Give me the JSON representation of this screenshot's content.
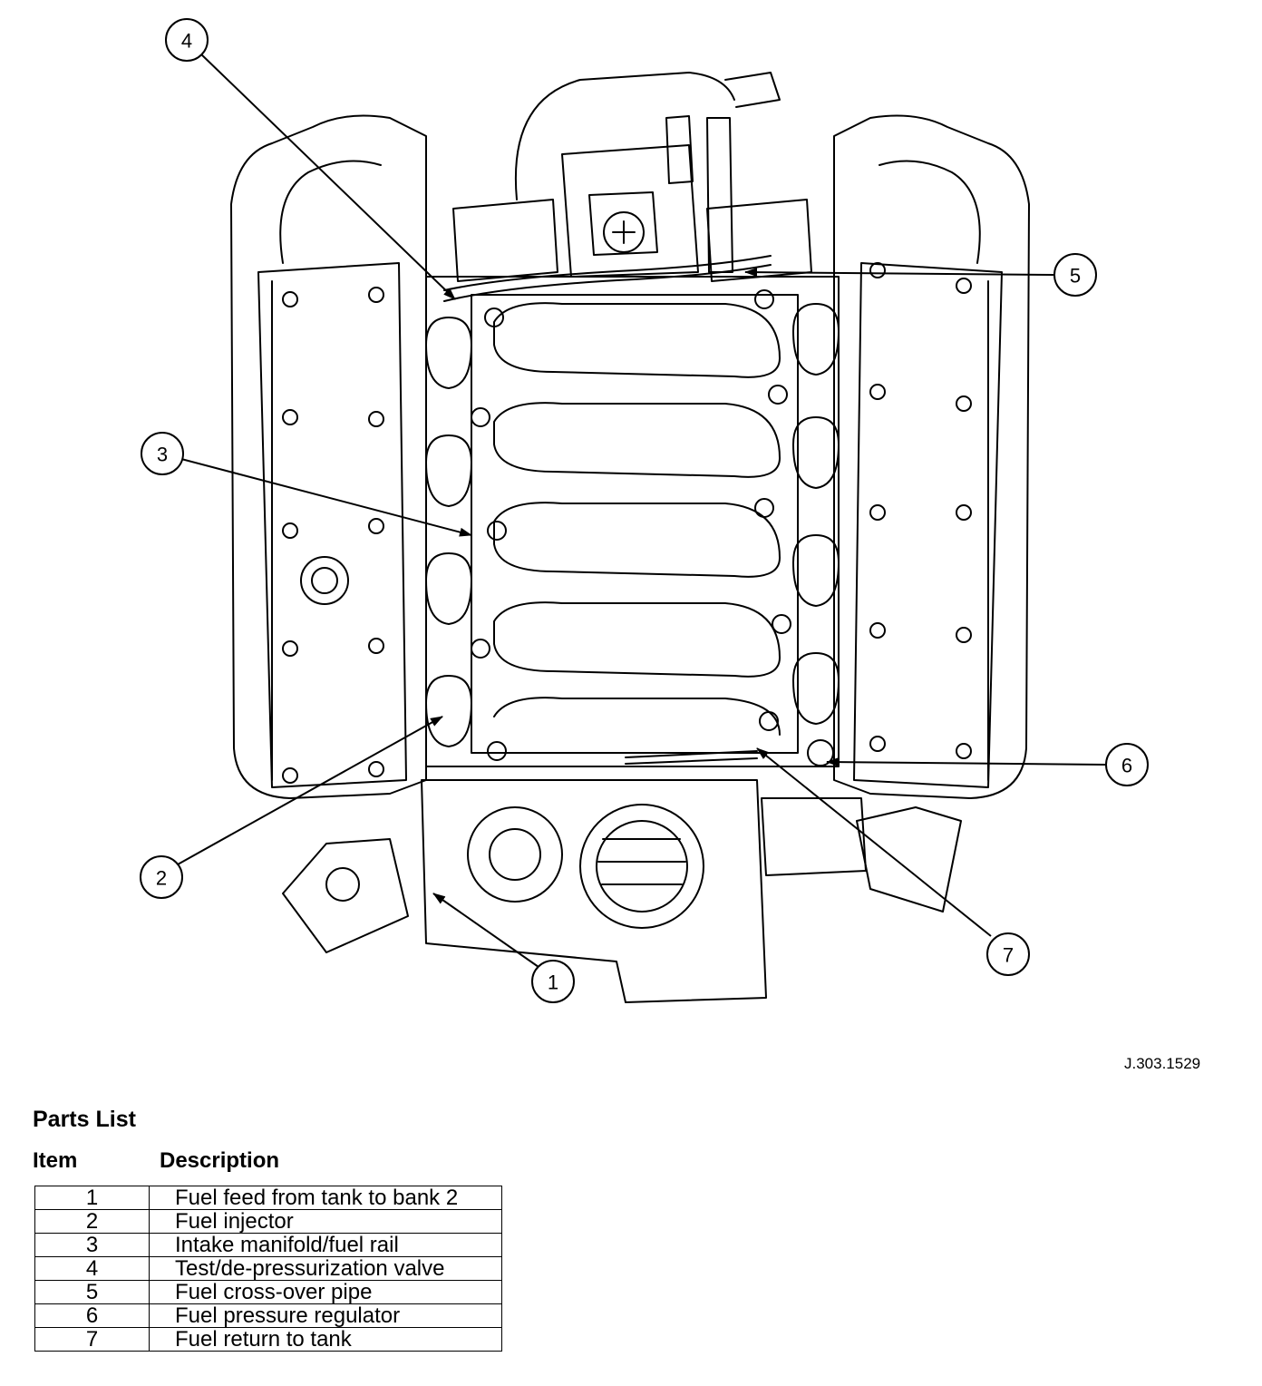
{
  "diagram": {
    "callouts": [
      {
        "number": "1",
        "target": "Fuel feed from tank to bank 2"
      },
      {
        "number": "2",
        "target": "Fuel injector"
      },
      {
        "number": "3",
        "target": "Intake manifold/fuel rail"
      },
      {
        "number": "4",
        "target": "Test/de-pressurization valve"
      },
      {
        "number": "5",
        "target": "Fuel cross-over pipe"
      },
      {
        "number": "6",
        "target": "Fuel pressure regulator"
      },
      {
        "number": "7",
        "target": "Fuel return to tank"
      }
    ],
    "reference": "J.303.1529"
  },
  "parts_list": {
    "title": "Parts List",
    "headers": {
      "item": "Item",
      "description": "Description"
    },
    "rows": [
      {
        "item": "1",
        "description": "Fuel feed from tank to bank 2"
      },
      {
        "item": "2",
        "description": "Fuel injector"
      },
      {
        "item": "3",
        "description": "Intake manifold/fuel rail"
      },
      {
        "item": "4",
        "description": "Test/de-pressurization valve"
      },
      {
        "item": "5",
        "description": "Fuel cross-over pipe"
      },
      {
        "item": "6",
        "description": "Fuel pressure regulator"
      },
      {
        "item": "7",
        "description": "Fuel return to tank"
      }
    ]
  }
}
